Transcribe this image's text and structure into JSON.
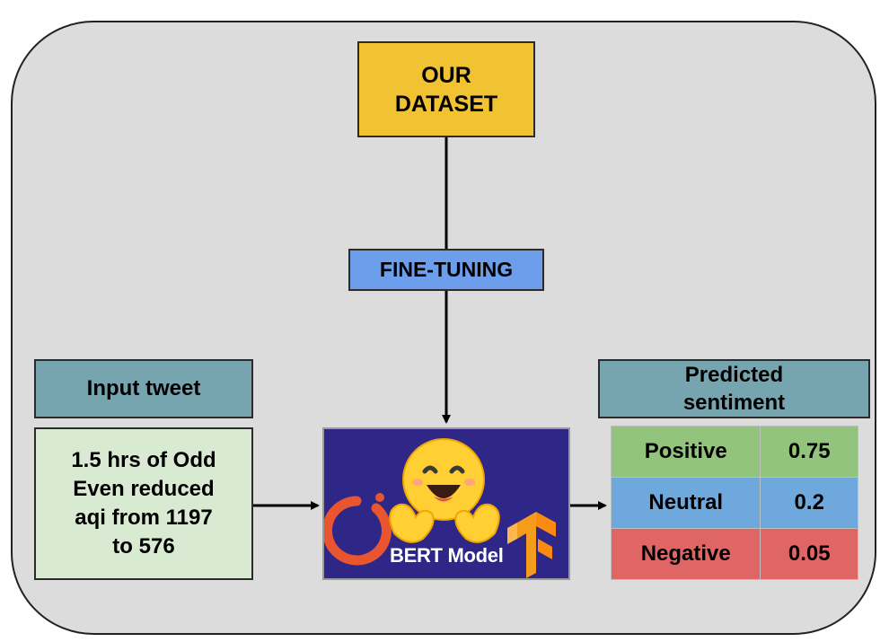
{
  "dataset": {
    "line1": "OUR",
    "line2": "DATASET",
    "color": "#f1c232"
  },
  "finetune": {
    "label": "FINE-TUNING",
    "color": "#6d9eeb"
  },
  "input": {
    "header": "Input tweet",
    "lines": [
      "1.5 hrs of Odd",
      "Even reduced",
      "aqi from 1197",
      "to 576"
    ]
  },
  "model": {
    "label": "BERT Model",
    "icons": [
      "pytorch-logo",
      "hugging-face-emoji",
      "tensorflow-logo"
    ],
    "bg_color": "#2e2787"
  },
  "prediction": {
    "header_line1": "Predicted",
    "header_line2": "sentiment",
    "rows": [
      {
        "label": "Positive",
        "value": "0.75",
        "color": "#93c47d"
      },
      {
        "label": "Neutral",
        "value": "0.2",
        "color": "#6fa8dc"
      },
      {
        "label": "Negative",
        "value": "0.05",
        "color": "#e06666"
      }
    ]
  }
}
